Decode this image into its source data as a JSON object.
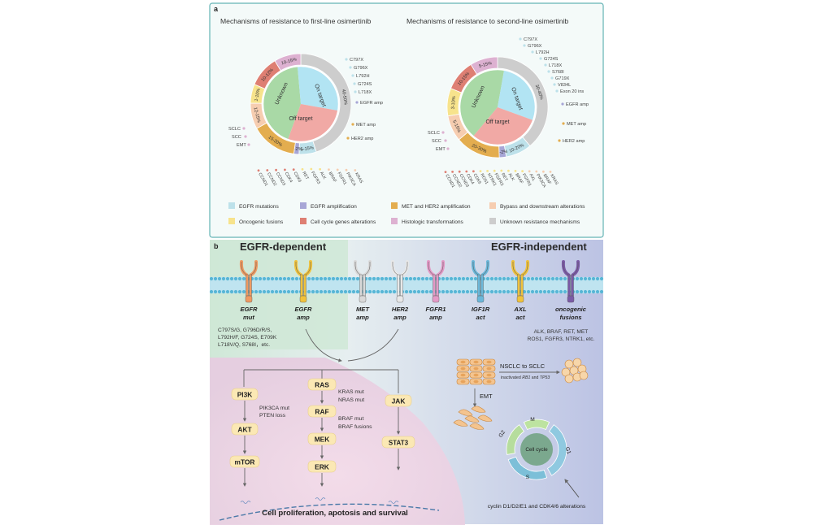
{
  "panel_a": {
    "letter": "a",
    "left_title": "Mechanisms of resistance to first-line osimertinib",
    "right_title": "Mechanisms of resistance to second-line osimertinib",
    "inner": {
      "on_target": "On target",
      "off_target": "Off target",
      "unknown": "Unknown"
    },
    "left_ring": {
      "unknown_pct": "40-50%",
      "egfr_mut_pct": "5-15%",
      "egfr_amp_pct": "1-2%",
      "met_pct": "15-20%",
      "bypass_pct": "12-15%",
      "fusion_pct": "1-10%",
      "cellcycle_pct": "10-12%",
      "histo_pct": "10-15%"
    },
    "right_ring": {
      "unknown_pct": "30-40%",
      "egfr_mut_pct": "10-20%",
      "egfr_amp_pct": "1-2%",
      "met_pct": "20-30%",
      "bypass_pct": "5-15%",
      "fusion_pct": "3-10%",
      "cellcycle_pct": "10-15%",
      "histo_pct": "5-15%"
    },
    "left_egfr_mutations": [
      "C797X",
      "G796X",
      "L792H",
      "G724S",
      "L718X"
    ],
    "right_egfr_mutations": [
      "C797X",
      "G796X",
      "L792H",
      "G724S",
      "L718X",
      "S768I",
      "G719X",
      "V834L",
      "Exon 20 ins"
    ],
    "egfr_amp_label": "EGFR amp",
    "met_amp_label": "MET amp",
    "her2_amp_label": "HER2 amp",
    "histo_labels": [
      "SCLC",
      "SCC",
      "EMT"
    ],
    "left_bottom_labels": [
      "CCND1",
      "CCND2",
      "CCND3",
      "CDK4",
      "CDK6",
      "RET",
      "FGFR3",
      "ALK",
      "BRAF",
      "FGFR1",
      "PIK3CA",
      "KRAS"
    ],
    "right_bottom_labels": [
      "CCND1",
      "CCND2",
      "CCND3",
      "CDK4",
      "CDK6",
      "ROS1",
      "NTRK1",
      "FGFR3",
      "RET",
      "ALK",
      "BRAF",
      "FGFR1",
      "AXL",
      "PIK3CA",
      "BRAF",
      "KRAS"
    ],
    "legend": [
      {
        "label": "EGFR mutations",
        "color": "#bde1ea"
      },
      {
        "label": "EGFR amplification",
        "color": "#a7a6d6"
      },
      {
        "label": "MET and HER2 amplification",
        "color": "#e3ad4f"
      },
      {
        "label": "Bypass and downstream alterations",
        "color": "#f6cdb0"
      },
      {
        "label": "Oncogenic fusions",
        "color": "#f7e38c"
      },
      {
        "label": "Cell cycle genes alterations",
        "color": "#de7f73"
      },
      {
        "label": "Histologic transformations",
        "color": "#ddb1d1"
      },
      {
        "label": "Unknown resistance mechanisms",
        "color": "#cdcdcd"
      }
    ],
    "colors": {
      "unknown_inner": "#a9d9a6",
      "on_target_inner": "#b2e4f3",
      "off_target_inner": "#f1a9a5",
      "panel_bg": "#f5faf9",
      "panel_border": "#5fb0b4"
    }
  },
  "panel_b": {
    "letter": "b",
    "egfr_dependent": "EGFR-dependent",
    "egfr_independent": "EGFR-independent",
    "receptors": [
      {
        "name": "EGFR",
        "sub": "mut",
        "color": "#ef9a62"
      },
      {
        "name": "EGFR",
        "sub": "amp",
        "color": "#f0c23c"
      },
      {
        "name": "MET",
        "sub": "amp",
        "color": "#d9d9d9"
      },
      {
        "name": "HER2",
        "sub": "amp",
        "color": "#e8e8e8"
      },
      {
        "name": "FGFR1",
        "sub": "amp",
        "color": "#e39ac6"
      },
      {
        "name": "IGF1R",
        "sub": "act",
        "color": "#6bb7d9"
      },
      {
        "name": "AXL",
        "sub": "act",
        "color": "#f0c23c"
      },
      {
        "name": "oncogenic",
        "sub": "fusions",
        "color": "#7b5aa6"
      }
    ],
    "egfr_mut_list": [
      "C797S/G, G796D/R/S,",
      "L792H/F, G724S, E709K",
      "L718V/Q, S768I，etc."
    ],
    "fusion_list": [
      "ALK, BRAF, RET, MET",
      "ROS1, FGFR3, NTRK1, etc."
    ],
    "pathway": {
      "pi3k": "PI3K",
      "akt": "AKT",
      "mtor": "mTOR",
      "pi3k_note": [
        "PIK3CA mut",
        "PTEN loss"
      ],
      "ras": "RAS",
      "raf": "RAF",
      "mek": "MEK",
      "erk": "ERK",
      "ras_note": [
        "KRAS mut",
        "NRAS mut"
      ],
      "raf_note": [
        "BRAF mut",
        "BRAF fusions"
      ],
      "jak": "JAK",
      "stat3": "STAT3"
    },
    "outcome": "Cell proliferation, apotosis and survival",
    "nsclc_to_sclc": "NSCLC to SCLC",
    "inactivated_prefix": "inactivated ",
    "rb1": "RB1",
    "and_word": " and ",
    "tp53": "TP53",
    "emt": "EMT",
    "cell_cycle_center": "Cell cycle",
    "phases": [
      "M",
      "G1",
      "S",
      "G2"
    ],
    "cyclin_note": "cyclin D1/D2/E1 and CDK4/6 alterations",
    "colors": {
      "bg_left": "#d6ebde",
      "bg_right": "#c6cbe6",
      "pathway_bg": "#ecd8e6",
      "pill": "#fbe8b4"
    }
  }
}
